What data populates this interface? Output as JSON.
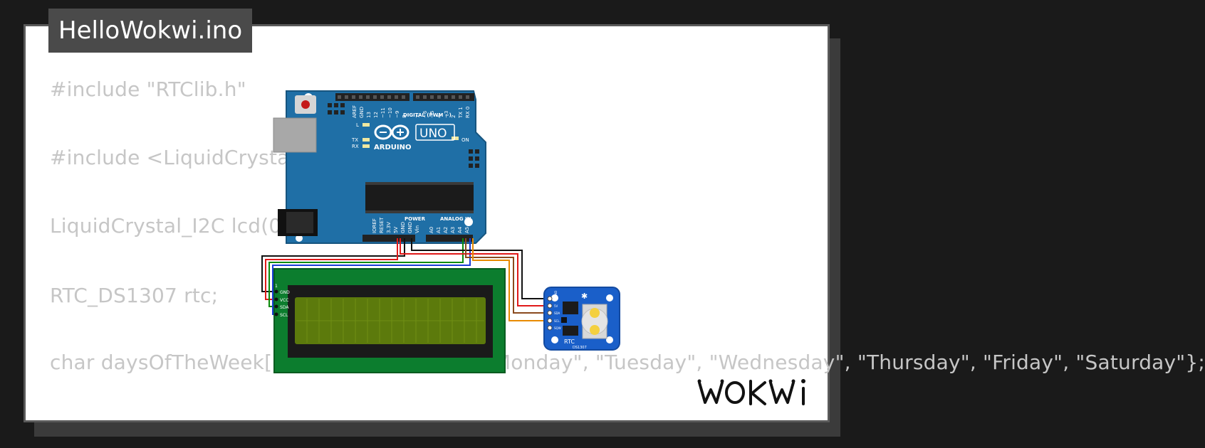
{
  "title": "HelloWokwi.ino",
  "code_lines": [
    "#include \"RTClib.h\"",
    "#include <LiquidCrystal_I2C.h>",
    "LiquidCrystal_I2C lcd(0x27, 16, 2);",
    "RTC_DS1307 rtc;",
    "char daysOfTheWeek[7][12] = {\"Sunday\", \"Monday\", \"Tuesday\", \"Wednesday\", \"Thursday\", \"Friday\", \"Saturday\"};"
  ],
  "arduino": {
    "brand": "ARDUINO",
    "model": "UNO",
    "digital_label": "DIGITAL (PWM ~)",
    "power_label": "POWER",
    "analog_label": "ANALOG IN",
    "on_label": "ON",
    "l_label": "L",
    "tx_label": "TX",
    "rx_label": "RX",
    "digital_pins": [
      "AREF",
      "GND",
      "13",
      "12",
      "~11",
      "~10",
      "~9",
      "8",
      "7",
      "~6",
      "~5",
      "4",
      "~3",
      "2",
      "TX 1",
      "RX 0"
    ],
    "power_pins": [
      "IOREF",
      "RESET",
      "3.3V",
      "5V",
      "GND",
      "GND",
      "Vin"
    ],
    "analog_pins": [
      "A0",
      "A1",
      "A2",
      "A3",
      "A4",
      "A5"
    ]
  },
  "lcd": {
    "pins": [
      "GND",
      "VCC",
      "SDA",
      "SCL"
    ],
    "pin1_label": "1"
  },
  "rtc": {
    "label": "RTC",
    "chip": "DS1307",
    "pins": [
      "GND",
      "5V",
      "SDA",
      "SCL",
      "SQW"
    ]
  },
  "logo_text": "WOKWI",
  "colors": {
    "board_blue": "#1f6fa6",
    "lcd_green": "#0c7d2e",
    "lcd_screen": "#5c7a0c",
    "rtc_blue": "#1a5fc9",
    "wire_black": "#111111",
    "wire_red": "#e01919",
    "wire_green": "#0a8a0a",
    "wire_blue": "#1a3cd6",
    "wire_orange": "#e88a00",
    "wire_brown": "#8a4a1e"
  }
}
